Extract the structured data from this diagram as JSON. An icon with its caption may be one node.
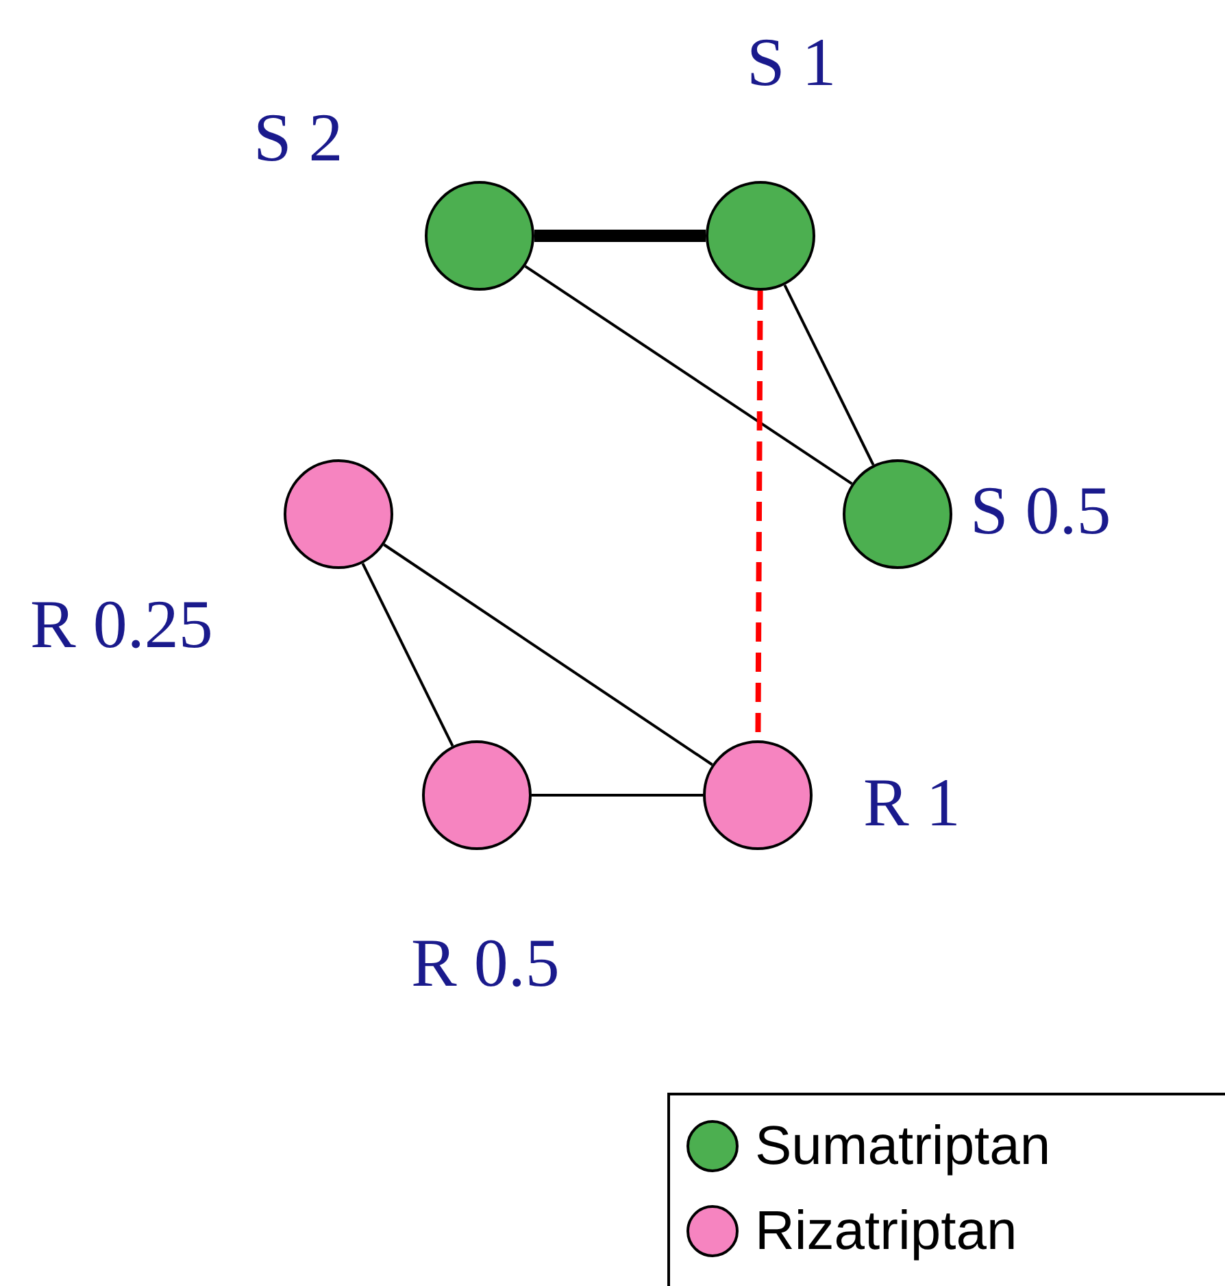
{
  "diagram": {
    "nodes": [
      {
        "text": [
          "S 2"
        ]
      },
      {
        "text": [
          "S 1"
        ]
      },
      {
        "text": [
          "S 0.5"
        ]
      },
      {
        "text": [
          "R 0.25"
        ]
      },
      {
        "text": [
          "R 0.5"
        ]
      },
      {
        "text": [
          "R 1"
        ]
      }
    ],
    "edges": [
      {
        "from": 0,
        "to": 1,
        "arrow": "none",
        "style": "thick"
      },
      {
        "from": 0,
        "to": 2,
        "arrow": "none"
      },
      {
        "from": 1,
        "to": 2,
        "arrow": "none"
      },
      {
        "from": 1,
        "to": 5,
        "arrow": "none",
        "style": "dashed",
        "color": "#ff0000"
      },
      {
        "from": 3,
        "to": 4,
        "arrow": "none"
      },
      {
        "from": 3,
        "to": 5,
        "arrow": "none"
      },
      {
        "from": 4,
        "to": 5,
        "arrow": "none"
      }
    ],
    "legend": [
      {
        "text": "Sumatriptan",
        "color": "#4caf50"
      },
      {
        "text": "Rizatriptan",
        "color": "#f684c0"
      }
    ]
  }
}
